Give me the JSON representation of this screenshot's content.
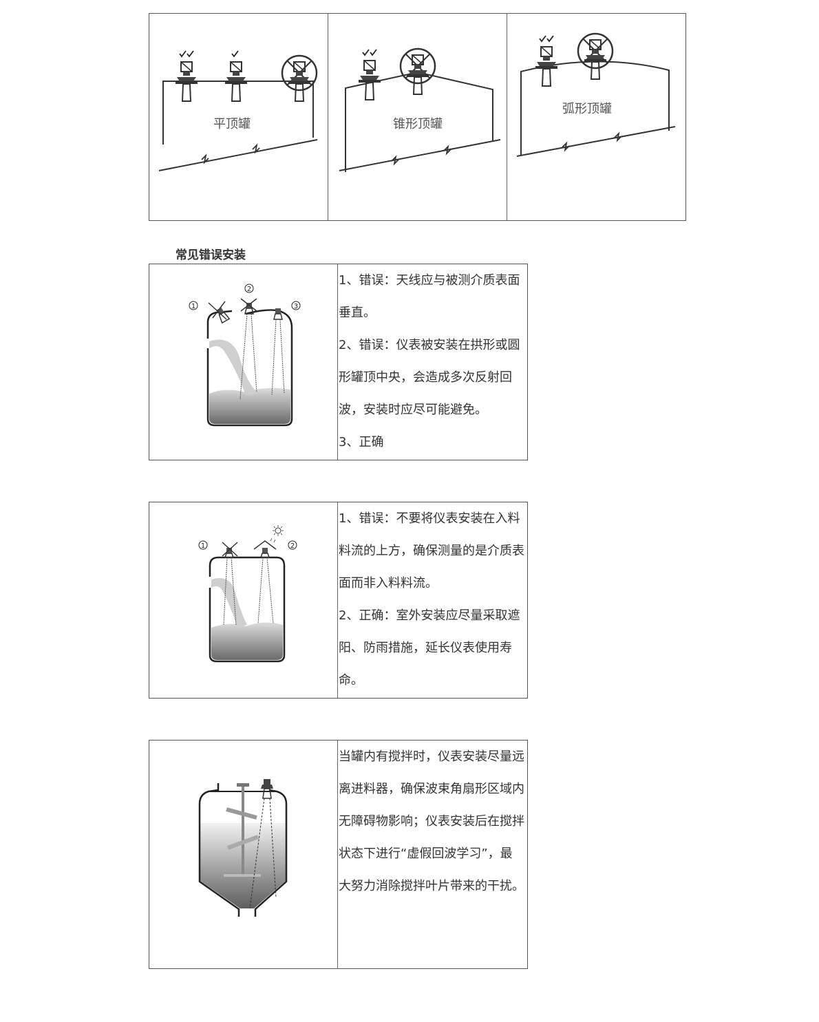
{
  "top_figure": {
    "labels": [
      "平顶罐",
      "锥形顶罐",
      "弧形顶罐"
    ]
  },
  "section_title": "常见错误安装",
  "rows": [
    {
      "figure_markers": [
        "①",
        "②",
        "③"
      ],
      "paragraphs": [
        "1、错误：天线应与被测介质表面垂直。",
        "2、错误：仪表被安装在拱形或圆形罐顶中央，会造成多次反射回波，安装时应尽可能避免。",
        "3、正确"
      ]
    },
    {
      "figure_markers": [
        "①",
        "②"
      ],
      "paragraphs": [
        "1、错误：不要将仪表安装在入料料流的上方，确保测量的是介质表面而非入料料流。",
        "2、正确：室外安装应尽量采取遮阳、防雨措施，延长仪表使用寿命。"
      ]
    },
    {
      "figure_markers": [],
      "paragraphs": [
        "当罐内有搅拌时，仪表安装尽量远离进料器，确保波束角扇形区域内无障碍物影响；仪表安装后在搅拌状态下进行“虚假回波学习”，最大努力消除搅拌叶片带来的干扰。"
      ]
    }
  ]
}
